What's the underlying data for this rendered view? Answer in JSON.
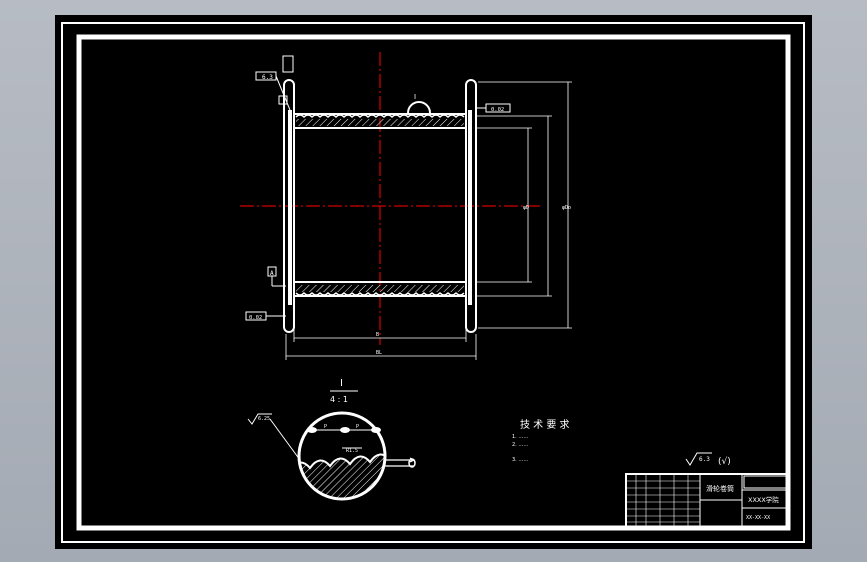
{
  "drawing": {
    "tech_title": "技 术 要 求",
    "tech_req_1": "1.  ……",
    "tech_req_2": "2.  ……",
    "tech_req_3": "3.  ……",
    "detail_label": "I",
    "detail_scale": "4 : 1",
    "main_detail_mark": "I",
    "roughness_main": "6.3",
    "roughness_rest": "(√)",
    "roughness_detail": "6.25",
    "roughness_top": "6.3",
    "title_block": {
      "part_name": "滑轮卷筒",
      "school": "XXXX学院",
      "drawing_no": "XX-XX-XX"
    },
    "dims": {
      "inner_width": "B",
      "overall_width": "BL",
      "bore_diameter": "φD",
      "outer_diameter": "φDo",
      "flange_tol": "0.02",
      "left_tol": "0.02",
      "pitch_1": "P",
      "pitch_2": "P",
      "groove_r": "R1.5",
      "datum": "A"
    }
  },
  "colors": {
    "page_background": "#a9afb8",
    "sheet": "#000000",
    "lines": "#ffffff",
    "centerline": "#ff0000"
  }
}
